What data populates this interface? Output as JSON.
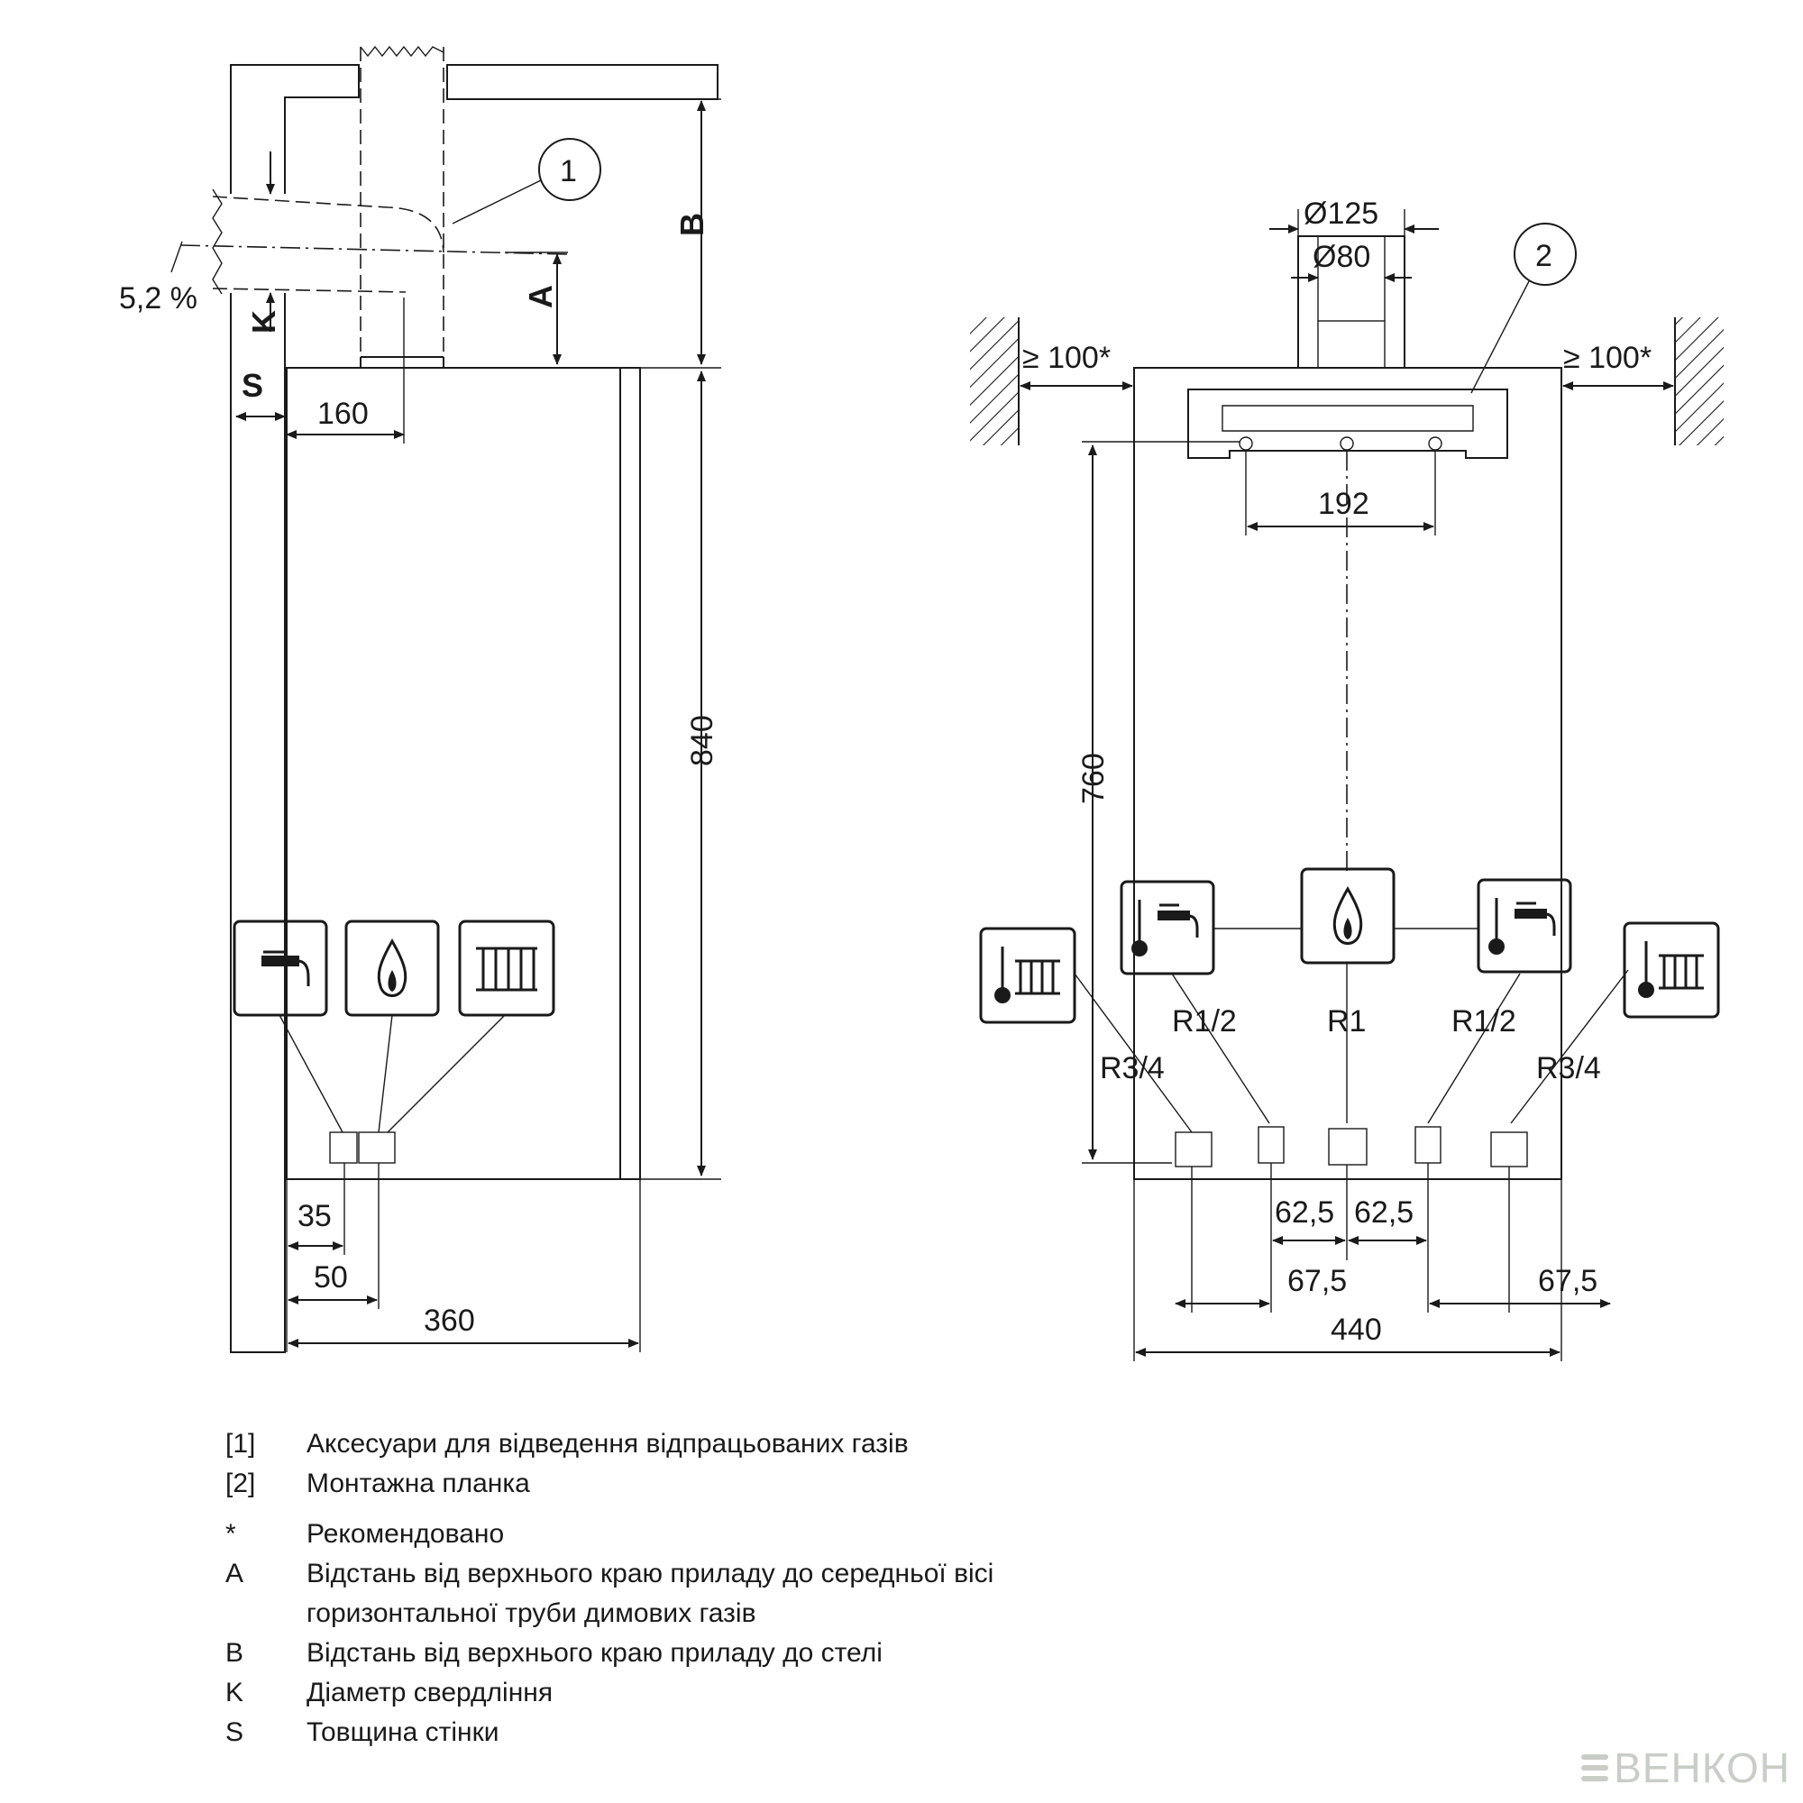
{
  "side_view": {
    "callout": "1",
    "slope": "5,2 %",
    "label_a": "A",
    "label_b": "B",
    "label_k": "K",
    "label_s": "S",
    "dim_160": "160",
    "dim_840": "840",
    "dim_35": "35",
    "dim_50": "50",
    "dim_360": "360"
  },
  "front_view": {
    "callout": "2",
    "dia_125": "Ø125",
    "dia_80": "Ø80",
    "clearance_left": "≥ 100*",
    "clearance_right": "≥ 100*",
    "dim_192": "192",
    "dim_760": "760",
    "conn_r34_left": "R3/4",
    "conn_r12_left": "R1/2",
    "conn_r1": "R1",
    "conn_r12_right": "R1/2",
    "conn_r34_right": "R3/4",
    "dim_62_5_a": "62,5",
    "dim_62_5_b": "62,5",
    "dim_67_5_a": "67,5",
    "dim_67_5_b": "67,5",
    "dim_440": "440"
  },
  "icons": {
    "hot_water": "hot-water-tap-icon",
    "gas": "gas-flame-icon",
    "heating": "radiator-icon",
    "heating_temp": "radiator-thermometer-icon",
    "hot_water_temp": "tap-thermometer-icon"
  },
  "legend": [
    {
      "key": "[1]",
      "text": "Аксесуари для відведення відпрацьованих газів"
    },
    {
      "key": "[2]",
      "text": "Монтажна планка"
    },
    {
      "key": "*",
      "text": "Рекомендовано"
    },
    {
      "key": "A",
      "text": "Відстань від верхнього краю приладу до середньої вісі горизонтальної труби димових газів"
    },
    {
      "key": "B",
      "text": "Відстань від верхнього краю приладу до стелі"
    },
    {
      "key": "K",
      "text": "Діаметр свердління"
    },
    {
      "key": "S",
      "text": "Товщина стінки"
    }
  ],
  "watermark": "ВЕНКОН"
}
